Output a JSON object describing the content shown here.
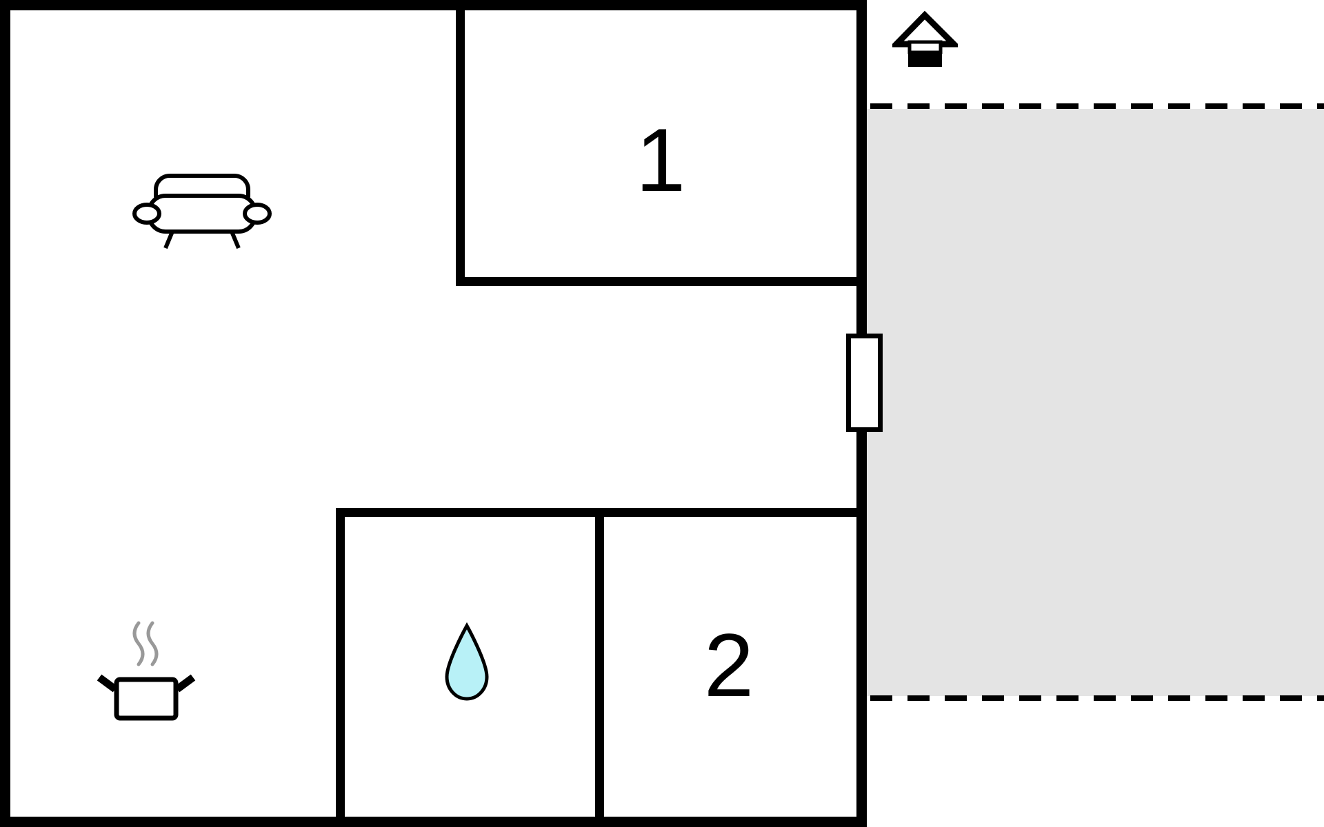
{
  "floor_plan": {
    "title": "apartment-floor-plan",
    "rooms": [
      {
        "id": "room-1",
        "label": "1"
      },
      {
        "id": "room-2",
        "label": "2"
      }
    ],
    "areas": {
      "terrace": "terrace-dashed-area",
      "living_area": "living-room-with-sofa",
      "kitchen_area": "kitchen-with-cooking-pot",
      "bathroom": "bathroom-with-water-drop"
    },
    "icons": {
      "sofa": "sofa-icon",
      "cooking_pot": "cooking-pot-icon",
      "water_drop": "water-drop-icon",
      "entrance": "entrance-house-icon",
      "door": "door-on-right-wall"
    },
    "colors": {
      "wall": "#000000",
      "background": "#ffffff",
      "terrace_fill": "#e4e4e4",
      "drop_fill": "#b8f1f7",
      "steam": "#999999"
    }
  }
}
